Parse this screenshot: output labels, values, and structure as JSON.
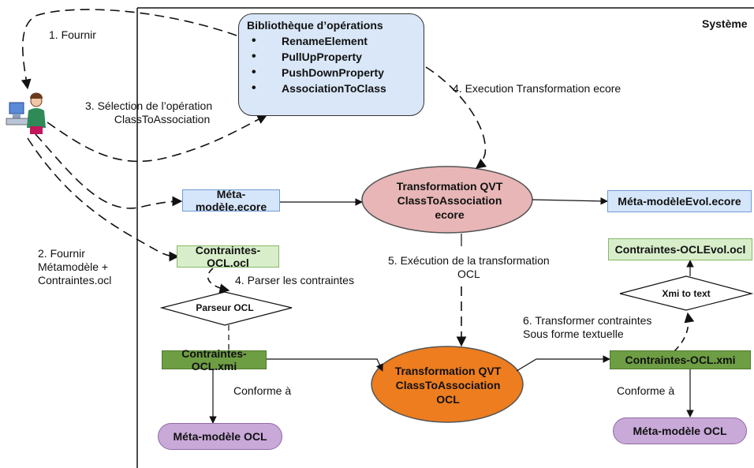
{
  "system_label": "Système",
  "library": {
    "title": "Bibliothèque d’opérations",
    "items": [
      "RenameElement",
      "PullUpProperty",
      "PushDownProperty",
      "AssociationToClass"
    ]
  },
  "nodes": {
    "meta_ecore": "Méta-modèle.ecore",
    "meta_evol_ecore": "Méta-modèleEvol.ecore",
    "ocl_constraints": "Contraintes-OCL.ocl",
    "ocl_evol": "Contraintes-OCLEvol.ocl",
    "parser": "Parseur OCL",
    "xmi_to_text": "Xmi to text",
    "ocl_xmi_left": "Contraintes-OCL.xmi",
    "ocl_xmi_right": "Contraintes-OCL.xmi",
    "meta_ocl_left": "Méta-modèle OCL",
    "meta_ocl_right": "Méta-modèle OCL",
    "qvt_ecore": [
      "Transformation QVT",
      "ClassToAssociation",
      "ecore"
    ],
    "qvt_ocl": [
      "Transformation QVT",
      "ClassToAssociation",
      "OCL"
    ]
  },
  "labels": {
    "fournir": "1. Fournir",
    "selection": [
      "3. Sélection de l’opération",
      "ClassToAssociation"
    ],
    "fournir_meta": [
      "2. Fournir",
      "Métamodèle +",
      "Contraintes.ocl"
    ],
    "exec_ecore": "4. Execution Transformation ecore",
    "exec_ocl": [
      "5. Exécution de la transformation",
      "OCL"
    ],
    "parser_label": "4. Parser les contraintes",
    "transformer": [
      "6. Transformer contraintes",
      "Sous forme textuelle"
    ],
    "conforme_left": "Conforme à",
    "conforme_right": "Conforme à"
  },
  "colors": {
    "blue_box": "#d6e6fa",
    "light_green_box": "#d8eecb",
    "dark_green_box": "#6e9e44",
    "purple_box": "#c8a9d8",
    "pink_ellipse": "#e8b6b6",
    "orange_ellipse": "#ed7d1f",
    "library_fill": "#d9e7f8"
  }
}
